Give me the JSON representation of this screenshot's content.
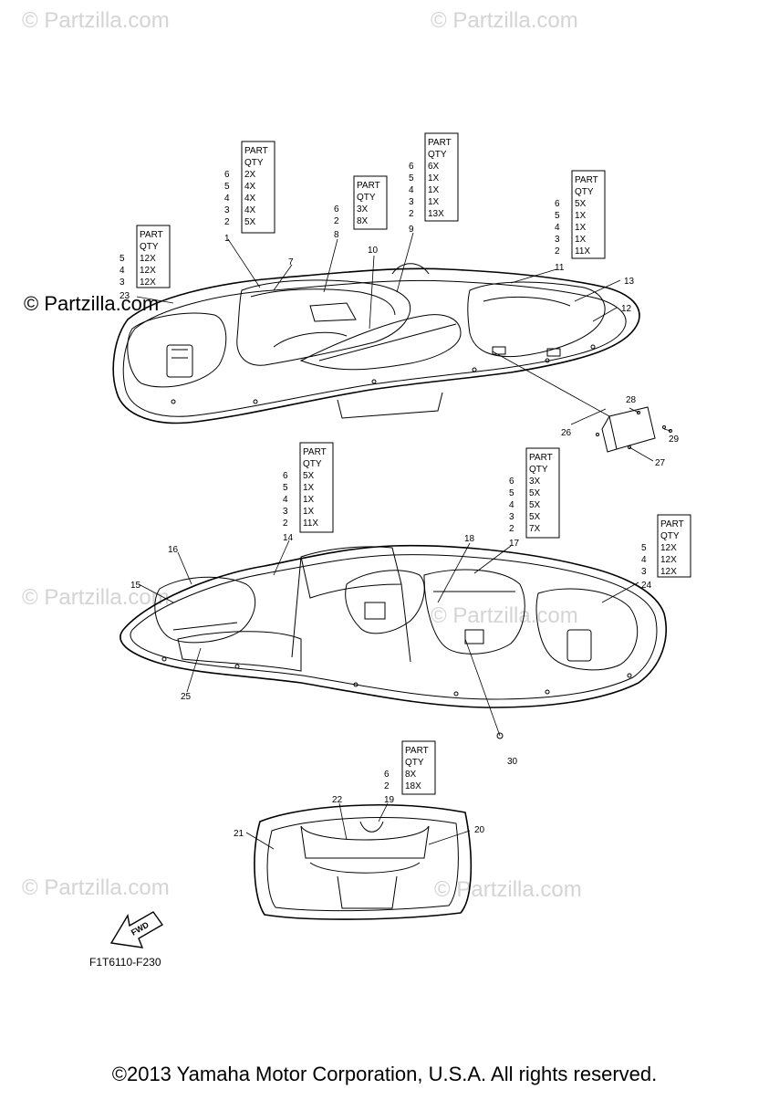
{
  "watermarks": {
    "text": "© Partzilla.com",
    "overlay_text": "© Partzilla.com"
  },
  "figure_code": "F1T6110-F230",
  "fwd_label": "FWD",
  "copyright": "©2013 Yamaha Motor Corporation, U.S.A. All rights reserved.",
  "tables": [
    {
      "header": [
        "PART",
        "QTY"
      ],
      "rows": [
        [
          "6",
          "2X"
        ],
        [
          "5",
          "4X"
        ],
        [
          "4",
          "4X"
        ],
        [
          "3",
          "4X"
        ],
        [
          "2",
          "5X"
        ]
      ],
      "extra_label": "1"
    },
    {
      "header": [
        "PART",
        "QTY"
      ],
      "rows": [
        [
          "5",
          "12X"
        ],
        [
          "4",
          "12X"
        ],
        [
          "3",
          "12X"
        ]
      ],
      "extra_label": "23"
    },
    {
      "header": [
        "PART",
        "QTY"
      ],
      "rows": [
        [
          "6",
          "3X"
        ],
        [
          "2",
          "8X"
        ]
      ],
      "extra_label": "8"
    },
    {
      "header": [
        "PART",
        "QTY"
      ],
      "rows": [
        [
          "6",
          "6X"
        ],
        [
          "5",
          "1X"
        ],
        [
          "4",
          "1X"
        ],
        [
          "3",
          "1X"
        ],
        [
          "2",
          "13X"
        ]
      ],
      "extra_label": "9"
    },
    {
      "header": [
        "PART",
        "QTY"
      ],
      "rows": [
        [
          "6",
          "5X"
        ],
        [
          "5",
          "1X"
        ],
        [
          "4",
          "1X"
        ],
        [
          "3",
          "1X"
        ],
        [
          "2",
          "11X"
        ]
      ],
      "extra_label": "11"
    },
    {
      "header": [
        "PART",
        "QTY"
      ],
      "rows": [
        [
          "6",
          "5X"
        ],
        [
          "5",
          "1X"
        ],
        [
          "4",
          "1X"
        ],
        [
          "3",
          "1X"
        ],
        [
          "2",
          "11X"
        ]
      ],
      "extra_label": "14"
    },
    {
      "header": [
        "PART",
        "QTY"
      ],
      "rows": [
        [
          "6",
          "3X"
        ],
        [
          "5",
          "5X"
        ],
        [
          "4",
          "5X"
        ],
        [
          "3",
          "5X"
        ],
        [
          "2",
          "7X"
        ]
      ],
      "extra_label": "17"
    },
    {
      "header": [
        "PART",
        "QTY"
      ],
      "rows": [
        [
          "5",
          "12X"
        ],
        [
          "4",
          "12X"
        ],
        [
          "3",
          "12X"
        ]
      ],
      "extra_label": "24"
    },
    {
      "header": [
        "PART",
        "QTY"
      ],
      "rows": [
        [
          "6",
          "8X"
        ],
        [
          "2",
          "18X"
        ]
      ],
      "extra_label": "19"
    }
  ],
  "callouts": [
    "7",
    "10",
    "12",
    "13",
    "26",
    "27",
    "28",
    "29",
    "15",
    "16",
    "18",
    "25",
    "30",
    "20",
    "21",
    "22"
  ]
}
